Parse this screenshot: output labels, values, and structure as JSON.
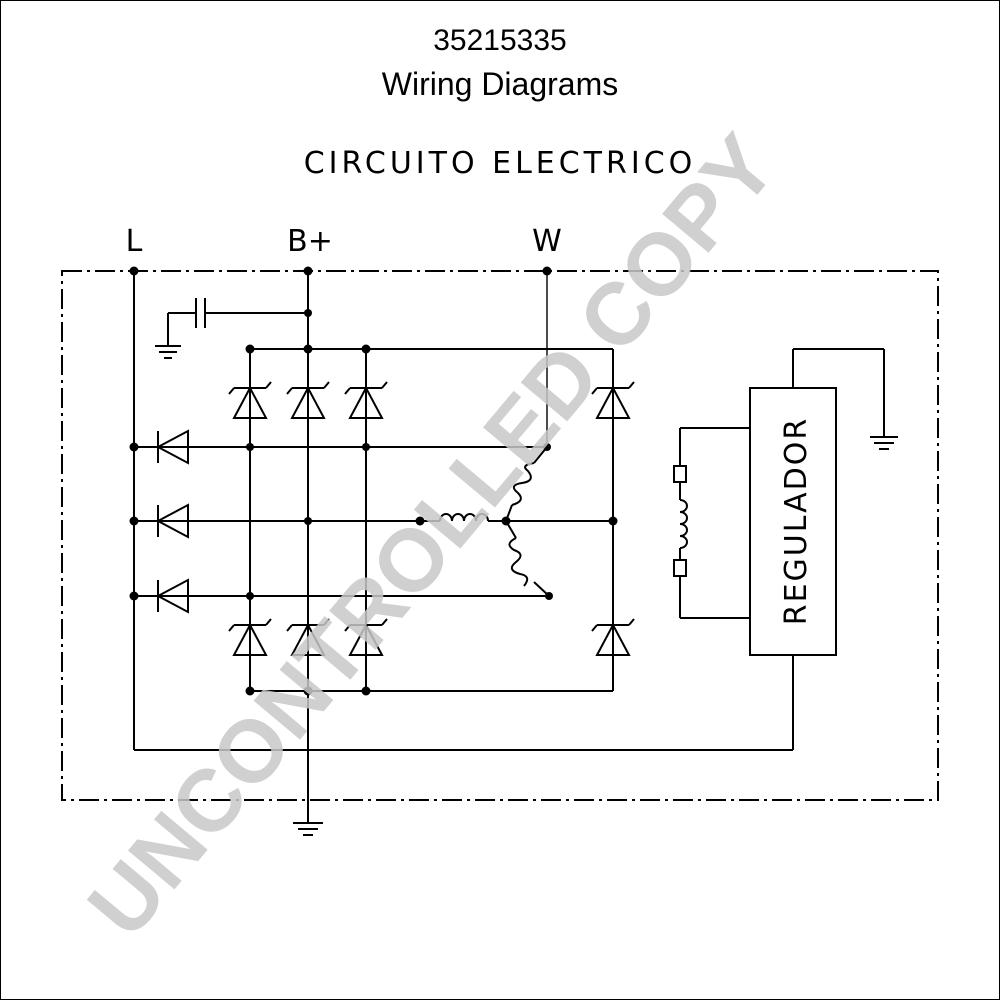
{
  "header": {
    "doc_number": "35215335",
    "title": "Wiring Diagrams"
  },
  "diagram": {
    "heading": "CIRCUITO ELECTRICO",
    "terminals": {
      "l": "L",
      "b_plus": "B+",
      "w": "W"
    },
    "regulator_label": "REGULADOR"
  },
  "watermark": "UNCONTROLLED COPY",
  "colors": {
    "line": "#000000",
    "watermark": "#c8c8c8",
    "background": "#ffffff"
  }
}
